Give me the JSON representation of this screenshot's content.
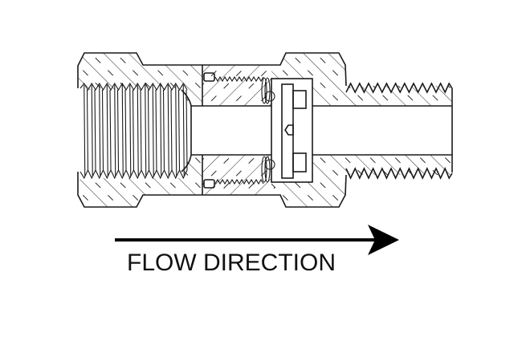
{
  "diagram": {
    "subject": "check-valve-fitting-cross-section",
    "caption": "FLOW DIRECTION",
    "arrow_direction": "right",
    "colors": {
      "line": "#1a1a1a",
      "background": "#ffffff"
    }
  }
}
